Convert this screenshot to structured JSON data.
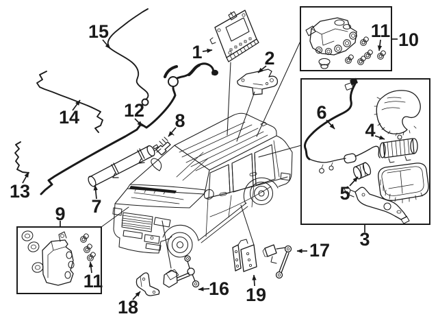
{
  "diagram": {
    "kind": "vehicle-air-suspension-parts-diagram",
    "background": "#ffffff",
    "line_color": "#1a1a1a",
    "callouts": [
      {
        "label": "1"
      },
      {
        "label": "2"
      },
      {
        "label": "3"
      },
      {
        "label": "4"
      },
      {
        "label": "5"
      },
      {
        "label": "6"
      },
      {
        "label": "7"
      },
      {
        "label": "8"
      },
      {
        "label": "9"
      },
      {
        "label": "10"
      },
      {
        "label": "11"
      },
      {
        "label": "11"
      },
      {
        "label": "12"
      },
      {
        "label": "13"
      },
      {
        "label": "14"
      },
      {
        "label": "15"
      },
      {
        "label": "16"
      },
      {
        "label": "17"
      },
      {
        "label": "18"
      },
      {
        "label": "19"
      }
    ]
  }
}
